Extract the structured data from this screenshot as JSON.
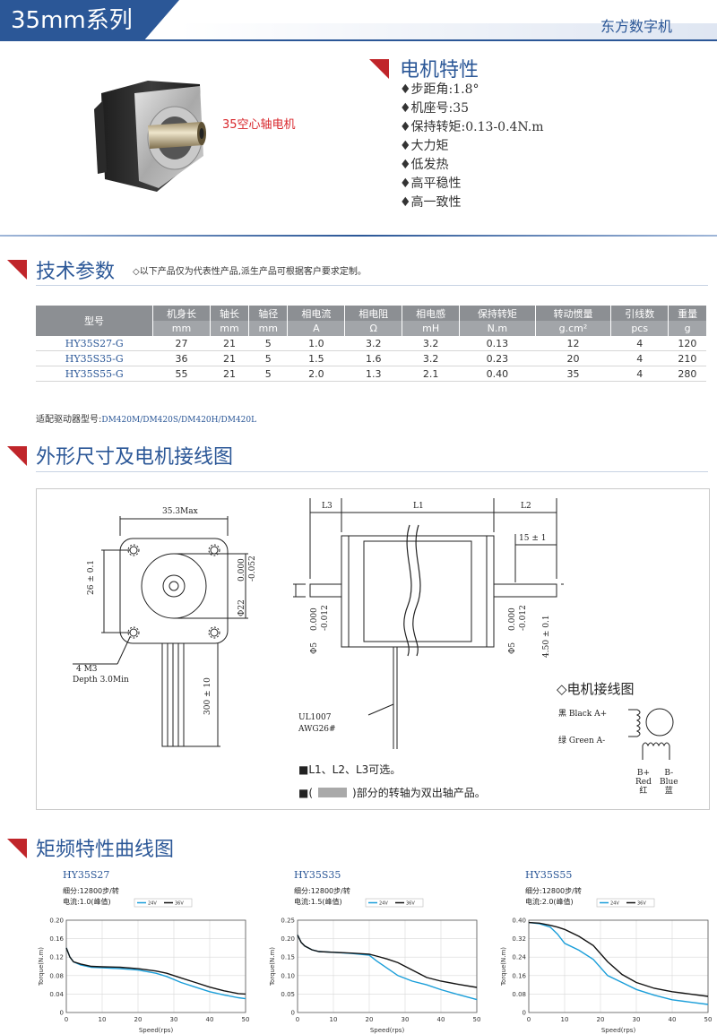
{
  "header": {
    "series_title": "35mm系列",
    "brand": "东方数字机"
  },
  "motor": {
    "label": "35空心轴电机"
  },
  "features": {
    "title": "电机特性",
    "items": [
      "♦步距角:1.8°",
      "♦机座号:35",
      "♦保持转矩:0.13-0.4N.m",
      "♦大力矩",
      "♦低发热",
      "♦高平稳性",
      "♦高一致性"
    ]
  },
  "tech": {
    "title": "技术参数",
    "note": "◇以下产品仅为代表性产品,派生产品可根据客户要求定制。",
    "columns": [
      {
        "name": "型号",
        "unit": ""
      },
      {
        "name": "机身长",
        "unit": "mm"
      },
      {
        "name": "轴长",
        "unit": "mm"
      },
      {
        "name": "轴径",
        "unit": "mm"
      },
      {
        "name": "相电流",
        "unit": "A"
      },
      {
        "name": "相电阻",
        "unit": "Ω"
      },
      {
        "name": "相电感",
        "unit": "mH"
      },
      {
        "name": "保持转矩",
        "unit": "N.m"
      },
      {
        "name": "转动惯量",
        "unit": "g.cm²"
      },
      {
        "name": "引线数",
        "unit": "pcs"
      },
      {
        "name": "重量",
        "unit": "g"
      }
    ],
    "rows": [
      [
        "HY35S27-G",
        "27",
        "21",
        "5",
        "1.0",
        "3.2",
        "3.2",
        "0.13",
        "12",
        "4",
        "120"
      ],
      [
        "HY35S35-G",
        "36",
        "21",
        "5",
        "1.5",
        "1.6",
        "3.2",
        "0.23",
        "20",
        "4",
        "210"
      ],
      [
        "HY35S55-G",
        "55",
        "21",
        "5",
        "2.0",
        "1.3",
        "2.1",
        "0.40",
        "35",
        "4",
        "280"
      ]
    ],
    "driver_label": "适配驱动器型号:",
    "driver_models": "DM420M/DM420S/DM420H/DM420L"
  },
  "dimensions": {
    "title": "外形尺寸及电机接线图",
    "front": {
      "width": "35.3Max",
      "height": "26 ± 0.1",
      "boss_dia": "Φ22",
      "boss_tol_upper": "0.000",
      "boss_tol_lower": "-0.052",
      "holes": "4 M3",
      "depth": "Depth 3.0Min",
      "lead_len": "300 ± 10"
    },
    "side": {
      "l1": "L1",
      "l2": "L2",
      "l3": "L3",
      "shaft_len": "15 ± 1",
      "shaft_dia": "Φ5",
      "shaft_tol_upper": "0.000",
      "shaft_tol_lower": "-0.012",
      "flat": "4.50 ± 0.1",
      "wire_spec_1": "UL1007",
      "wire_spec_2": "AWG26#"
    },
    "notes": [
      "■L1、L2、L3可选。",
      "■(",
      ")部分的转轴为双出轴产品。"
    ],
    "wiring": {
      "title": "◇电机接线图",
      "a_plus": "黑 Black A+",
      "a_minus": "绿 Green A-",
      "b_plus": [
        "B+",
        "Red",
        "红"
      ],
      "b_minus": [
        "B-",
        "Blue",
        "蓝"
      ]
    }
  },
  "curves": {
    "title": "矩频特性曲线图",
    "legend": [
      "24V",
      "36V"
    ],
    "legend_colors": [
      "#1a9ed9",
      "#111111"
    ]
  },
  "chart_data": [
    {
      "type": "line",
      "title": "HY35S27",
      "subtitle": [
        "细分:12800步/转",
        "电流:1.0(峰值)"
      ],
      "xlabel": "Speed(rps)",
      "ylabel": "Torque(N.m)",
      "xlim": [
        0,
        50
      ],
      "ylim": [
        0,
        0.2
      ],
      "xticks": [
        0,
        10,
        20,
        30,
        40,
        50
      ],
      "yticks": [
        0.04,
        0.08,
        0.12,
        0.16,
        0.2
      ],
      "ytick_labels": [
        "0.04",
        "0.08",
        "0.12",
        "0.16",
        "0.20"
      ],
      "x": [
        0,
        1,
        2,
        4,
        7,
        10,
        15,
        20,
        25,
        28,
        32,
        36,
        40,
        44,
        48,
        50
      ],
      "series": [
        {
          "name": "24V",
          "color": "#1a9ed9",
          "values": [
            0.14,
            0.12,
            0.11,
            0.103,
            0.098,
            0.097,
            0.095,
            0.092,
            0.085,
            0.078,
            0.065,
            0.055,
            0.045,
            0.038,
            0.032,
            0.03
          ]
        },
        {
          "name": "36V",
          "color": "#111111",
          "values": [
            0.14,
            0.12,
            0.11,
            0.105,
            0.1,
            0.099,
            0.098,
            0.095,
            0.09,
            0.085,
            0.075,
            0.065,
            0.055,
            0.047,
            0.041,
            0.04
          ]
        }
      ]
    },
    {
      "type": "line",
      "title": "HY35S35",
      "subtitle": [
        "细分:12800步/转",
        "电流:1.5(峰值)"
      ],
      "xlabel": "Speed(rps)",
      "ylabel": "Torque(N.m)",
      "xlim": [
        0,
        50
      ],
      "ylim": [
        0,
        0.25
      ],
      "xticks": [
        0,
        10,
        20,
        30,
        40,
        50
      ],
      "yticks": [
        0.05,
        0.1,
        0.15,
        0.2,
        0.25
      ],
      "ytick_labels": [
        "0.05",
        "0.10",
        "0.15",
        "0.20",
        "0.25"
      ],
      "x": [
        0,
        1,
        2,
        4,
        6,
        10,
        15,
        20,
        22,
        25,
        28,
        32,
        36,
        40,
        45,
        50
      ],
      "series": [
        {
          "name": "24V",
          "color": "#1a9ed9",
          "values": [
            0.21,
            0.19,
            0.18,
            0.17,
            0.165,
            0.163,
            0.16,
            0.155,
            0.14,
            0.12,
            0.1,
            0.085,
            0.075,
            0.062,
            0.048,
            0.035
          ]
        },
        {
          "name": "36V",
          "color": "#111111",
          "values": [
            0.21,
            0.19,
            0.18,
            0.17,
            0.165,
            0.163,
            0.161,
            0.158,
            0.153,
            0.145,
            0.135,
            0.115,
            0.095,
            0.085,
            0.076,
            0.068
          ]
        }
      ]
    },
    {
      "type": "line",
      "title": "HY35S55",
      "subtitle": [
        "细分:12800步/转",
        "电流:2.0(峰值)"
      ],
      "xlabel": "Speed(rps)",
      "ylabel": "Torque(N.m)",
      "xlim": [
        0,
        50
      ],
      "ylim": [
        0,
        0.4
      ],
      "xticks": [
        0,
        10,
        20,
        30,
        40,
        50
      ],
      "yticks": [
        0.08,
        0.16,
        0.24,
        0.32,
        0.4
      ],
      "ytick_labels": [
        "0.08",
        "0.16",
        "0.24",
        "0.32",
        "0.40"
      ],
      "x": [
        0,
        3,
        6,
        8,
        10,
        14,
        18,
        22,
        26,
        30,
        35,
        40,
        45,
        50
      ],
      "series": [
        {
          "name": "24V",
          "color": "#1a9ed9",
          "values": [
            0.39,
            0.385,
            0.37,
            0.34,
            0.3,
            0.27,
            0.23,
            0.16,
            0.13,
            0.1,
            0.075,
            0.055,
            0.045,
            0.035
          ]
        },
        {
          "name": "36V",
          "color": "#111111",
          "values": [
            0.39,
            0.387,
            0.378,
            0.37,
            0.36,
            0.33,
            0.29,
            0.22,
            0.165,
            0.13,
            0.105,
            0.09,
            0.08,
            0.07
          ]
        }
      ]
    }
  ]
}
